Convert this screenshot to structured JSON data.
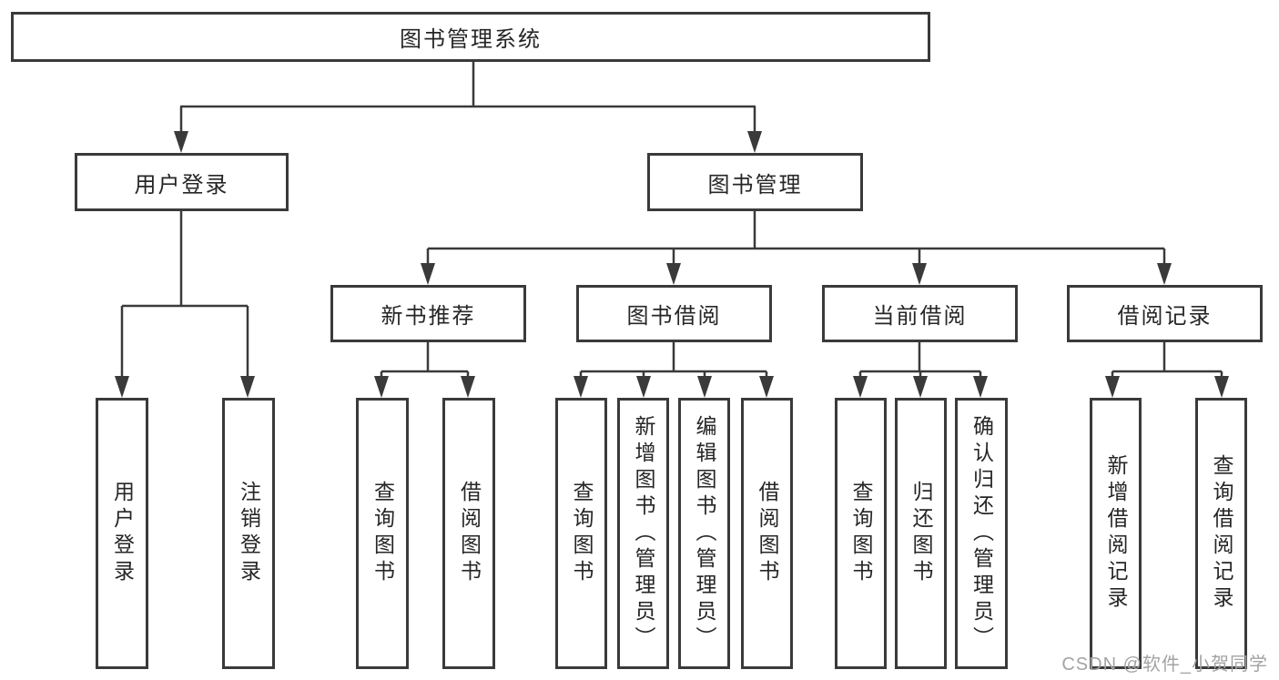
{
  "diagram": {
    "type": "functional-structure-chart",
    "colors": {
      "line": "#3a3a3a",
      "box_border": "#3a3a3a",
      "text": "#262626",
      "background": "#ffffff",
      "watermark": "#a3a3a3"
    },
    "watermark": "CSDN @软件_小贺同学",
    "tree": {
      "label": "图书管理系统",
      "children": [
        {
          "label": "用户登录",
          "children": [
            {
              "label": "用户登录"
            },
            {
              "label": "注销登录"
            }
          ]
        },
        {
          "label": "图书管理",
          "children": [
            {
              "label": "新书推荐",
              "children": [
                {
                  "label": "查询图书"
                },
                {
                  "label": "借阅图书"
                }
              ]
            },
            {
              "label": "图书借阅",
              "children": [
                {
                  "label": "查询图书"
                },
                {
                  "label": "新增图书（管理员）"
                },
                {
                  "label": "编辑图书（管理员）"
                },
                {
                  "label": "借阅图书"
                }
              ]
            },
            {
              "label": "当前借阅",
              "children": [
                {
                  "label": "查询图书"
                },
                {
                  "label": "归还图书"
                },
                {
                  "label": "确认归还（管理员）"
                }
              ]
            },
            {
              "label": "借阅记录",
              "children": [
                {
                  "label": "新增借阅记录"
                },
                {
                  "label": "查询借阅记录"
                }
              ]
            }
          ]
        }
      ]
    }
  }
}
